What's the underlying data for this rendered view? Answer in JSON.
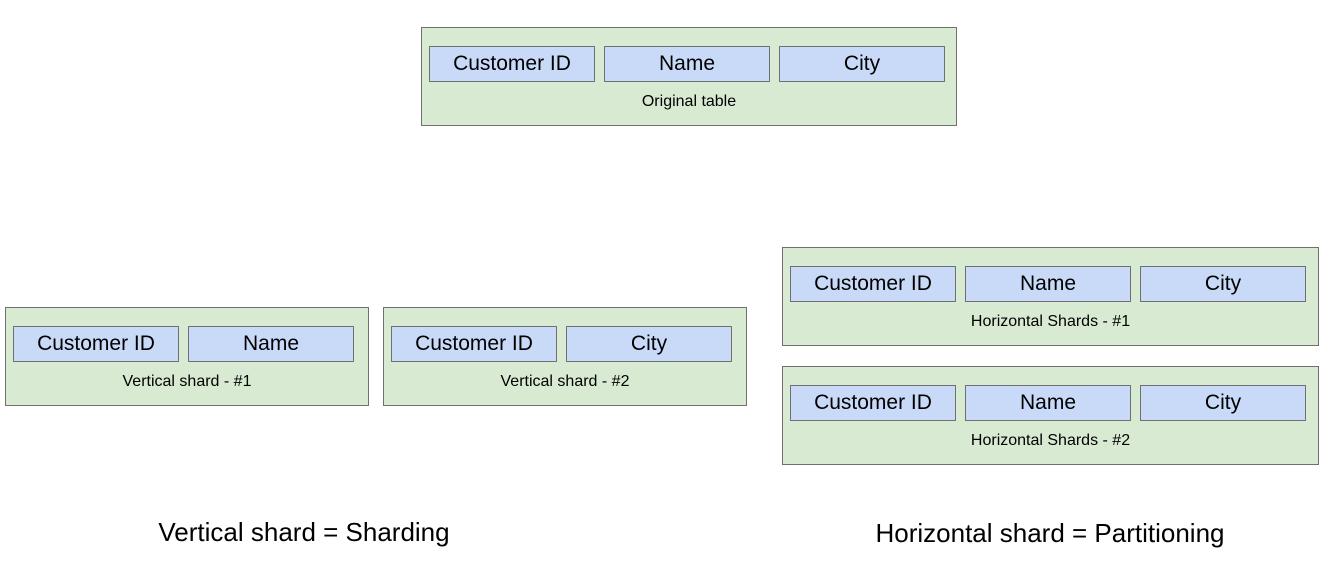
{
  "original_table": {
    "columns": [
      "Customer ID",
      "Name",
      "City"
    ],
    "caption": "Original table"
  },
  "vertical_shards": [
    {
      "columns": [
        "Customer ID",
        "Name"
      ],
      "caption": "Vertical shard - #1"
    },
    {
      "columns": [
        "Customer ID",
        "City"
      ],
      "caption": "Vertical shard - #2"
    }
  ],
  "horizontal_shards": [
    {
      "columns": [
        "Customer ID",
        "Name",
        "City"
      ],
      "caption": "Horizontal Shards - #1"
    },
    {
      "columns": [
        "Customer ID",
        "Name",
        "City"
      ],
      "caption": "Horizontal Shards - #2"
    }
  ],
  "summary": {
    "vertical": "Vertical shard = Sharding",
    "horizontal": "Horizontal shard = Partitioning"
  },
  "colors": {
    "table_fill": "#d9ead3",
    "column_fill": "#c9daf8",
    "border": "#707070"
  }
}
